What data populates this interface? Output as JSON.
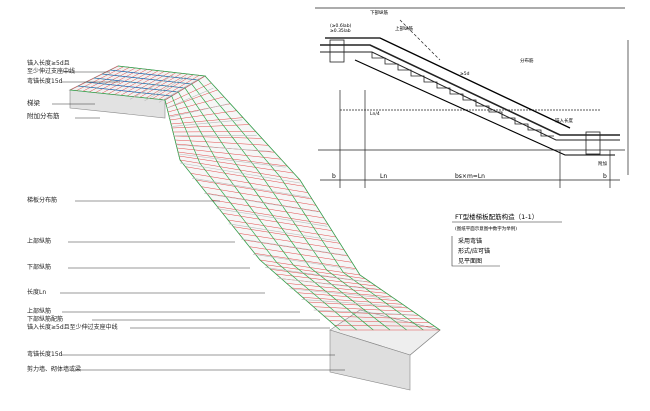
{
  "left_labels": [
    {
      "id": "anchor-length",
      "text": "锚入长度≥5d且"
    },
    {
      "id": "beyond-centerline",
      "text": "至少伸过支座中线"
    },
    {
      "id": "hook-length",
      "text": "弯锚长度15d"
    },
    {
      "id": "stair-beam",
      "text": "梯梁"
    },
    {
      "id": "additional-dist-bars",
      "text": "附加分布筋"
    },
    {
      "id": "slab-dist-bars",
      "text": "梯板分布筋"
    },
    {
      "id": "top-long-bars",
      "text": "上部纵筋"
    },
    {
      "id": "bottom-long-bars",
      "text": "下部纵筋"
    },
    {
      "id": "length-ln",
      "text": "长度Ln"
    },
    {
      "id": "top-long-bars-2",
      "text": "上部纵筋"
    },
    {
      "id": "bottom-bars-pair",
      "text": "下部纵筋配筋"
    },
    {
      "id": "anchor-length-2",
      "text": "锚入长度≥5d且至少伸过支座中线"
    },
    {
      "id": "hook-length-2",
      "text": "弯锚长度15d"
    },
    {
      "id": "shear-wall",
      "text": "剪力墙、砌体墙或梁"
    }
  ],
  "section_title": "FT型楼梯板配筋构造（1-1）",
  "section_subtitle": "(图纸平面示意图中数字为举例)",
  "section_note": [
    "采用弯锚",
    "形式/应可锚",
    "见平面图"
  ],
  "section_dims": [
    "b",
    "Ln",
    "bs×m=Ln",
    "b"
  ],
  "section_small_labels": [
    "≥0.35lab",
    "(≥0.6lab)",
    "上部纵筋",
    "下部纵筋",
    "分布筋",
    "≥5d",
    "Ln/4",
    "锚入长度",
    "附加"
  ],
  "colors": {
    "rebar_red": "#e24a4a",
    "rebar_green": "#2eaa4a",
    "rebar_blue": "#2a5fd6",
    "concrete": "#f4f4f4",
    "outline": "#555555"
  }
}
